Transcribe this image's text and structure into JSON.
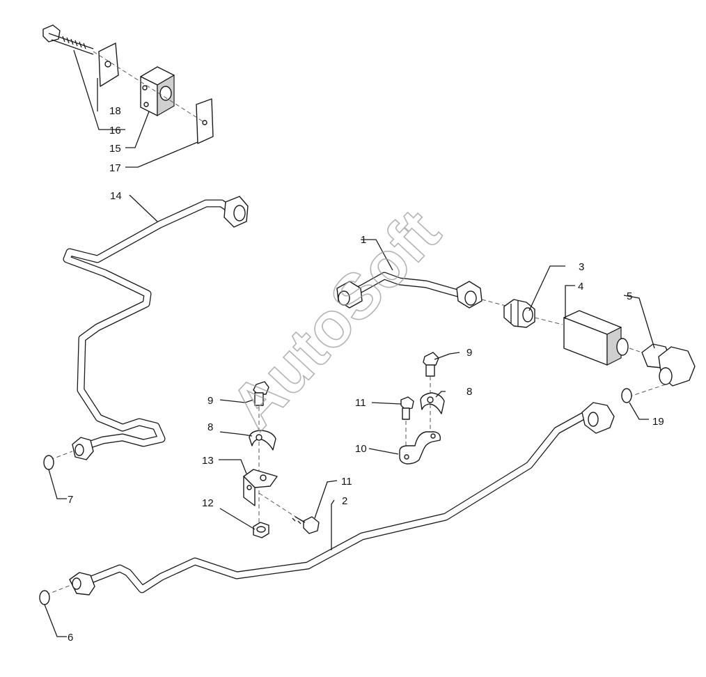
{
  "watermark": "AutoSoft",
  "callouts": {
    "c1": "1",
    "c2": "2",
    "c3": "3",
    "c4": "4",
    "c5": "5",
    "c6": "6",
    "c7": "7",
    "c8a": "8",
    "c8b": "8",
    "c9a": "9",
    "c9b": "9",
    "c10": "10",
    "c11a": "11",
    "c11b": "11",
    "c12": "12",
    "c13": "13",
    "c14": "14",
    "c15": "15",
    "c16": "16",
    "c17": "17",
    "c18": "18",
    "c19": "19"
  },
  "colors": {
    "line": "#1a1a1a",
    "watermark": "#9a9a9a",
    "background": "#ffffff"
  }
}
